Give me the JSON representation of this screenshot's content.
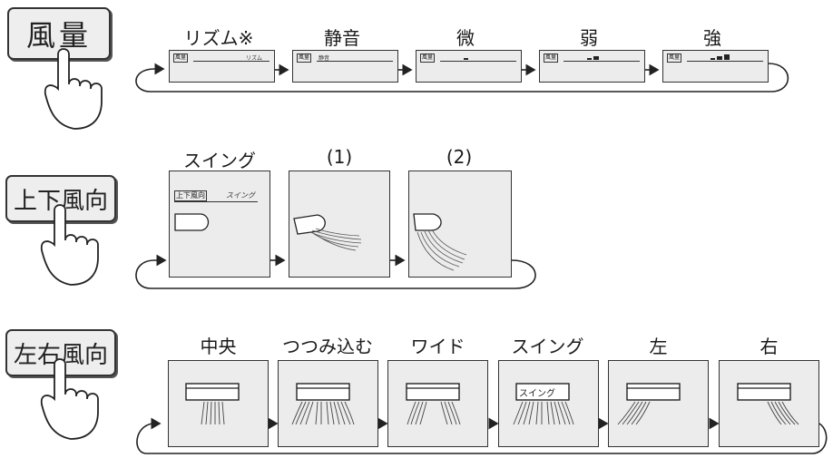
{
  "row1": {
    "button": "風量",
    "labels": [
      "リズム※",
      "静音",
      "微",
      "弱",
      "強"
    ],
    "lcd_tag": "風量",
    "lcd_texts": [
      "リズム",
      "静音"
    ]
  },
  "row2": {
    "button": "上下風向",
    "labels": [
      "スイング",
      "(1)",
      "(2)"
    ],
    "lcd_tag": "上下風向",
    "lcd_text": "スイング"
  },
  "row3": {
    "button": "左右風向",
    "labels": [
      "中央",
      "つつみ込む",
      "ワイド",
      "スイング",
      "左",
      "右"
    ],
    "unit_text": "スイング"
  }
}
